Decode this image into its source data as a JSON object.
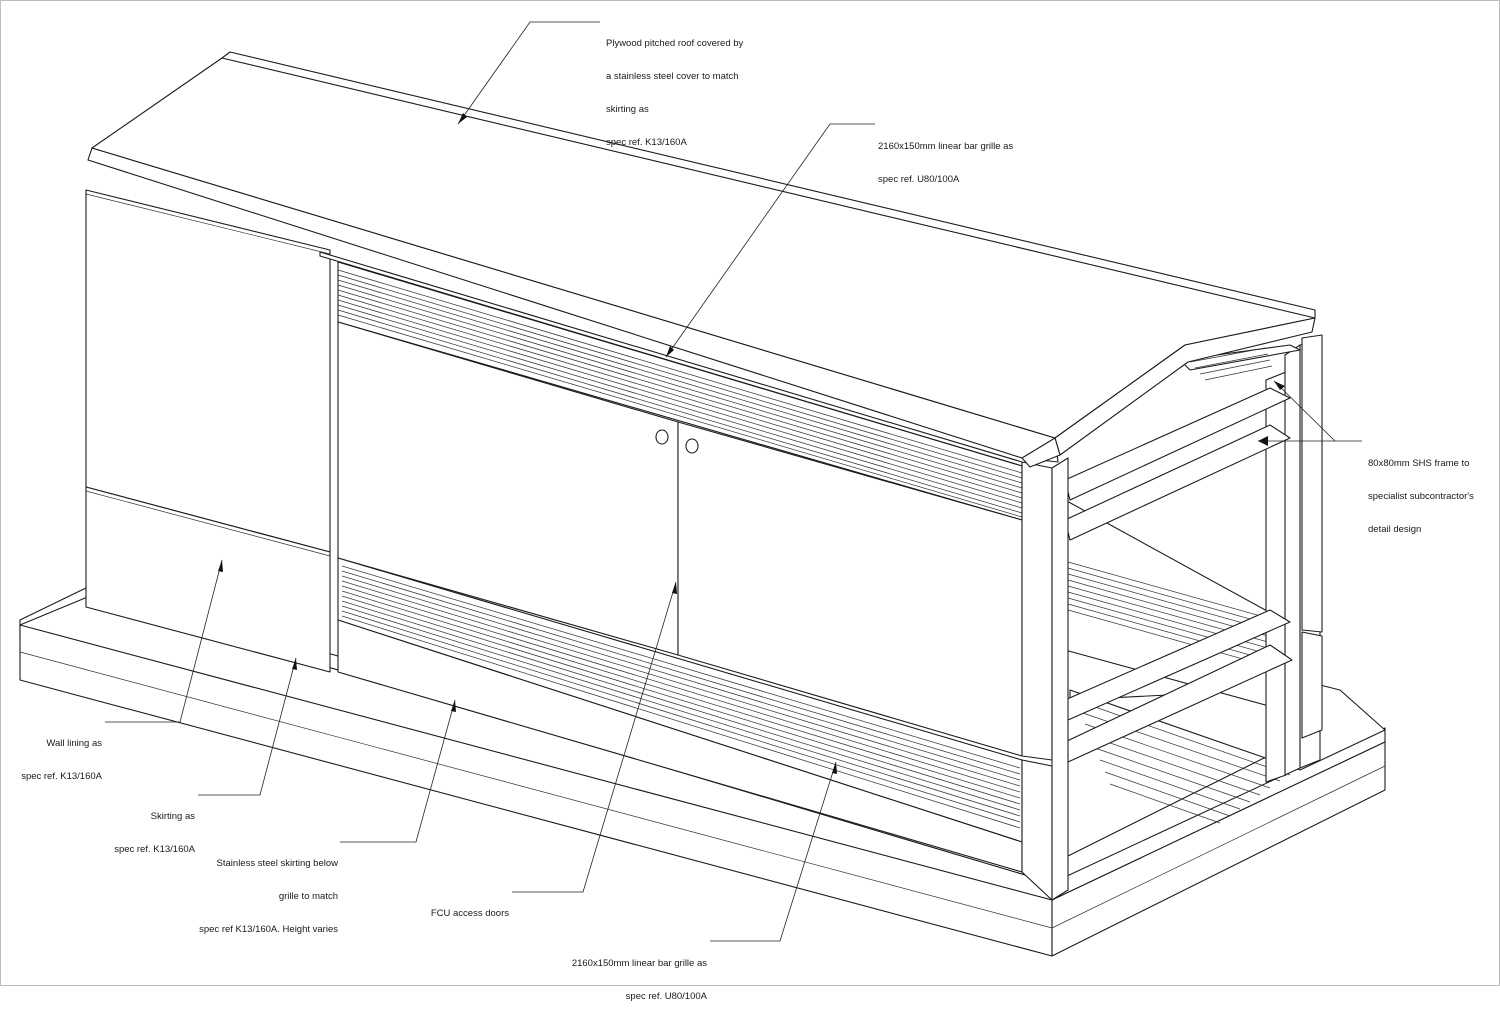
{
  "annotations": {
    "roof": [
      "Plywood pitched roof covered by",
      "a stainless steel cover to match",
      "skirting as",
      "spec ref. K13/160A"
    ],
    "grille_top": [
      "2160x150mm linear bar grille as",
      "spec ref. U80/100A"
    ],
    "frame": [
      "80x80mm SHS frame to",
      "specialist subcontractor's",
      "detail design"
    ],
    "wall_lining": [
      "Wall lining as",
      "spec ref. K13/160A"
    ],
    "skirting": [
      "Skirting as",
      "spec ref. K13/160A"
    ],
    "ss_skirting": [
      "Stainless steel skirting below",
      "grille to match",
      "spec ref K13/160A. Height varies"
    ],
    "fcu_doors": [
      "FCU access doors"
    ],
    "grille_bottom": [
      "2160x150mm linear bar grille as",
      "spec ref. U80/100A"
    ]
  },
  "colors": {
    "line": "#1c1c1c",
    "paper": "#ffffff",
    "border": "#bdbdbd"
  }
}
